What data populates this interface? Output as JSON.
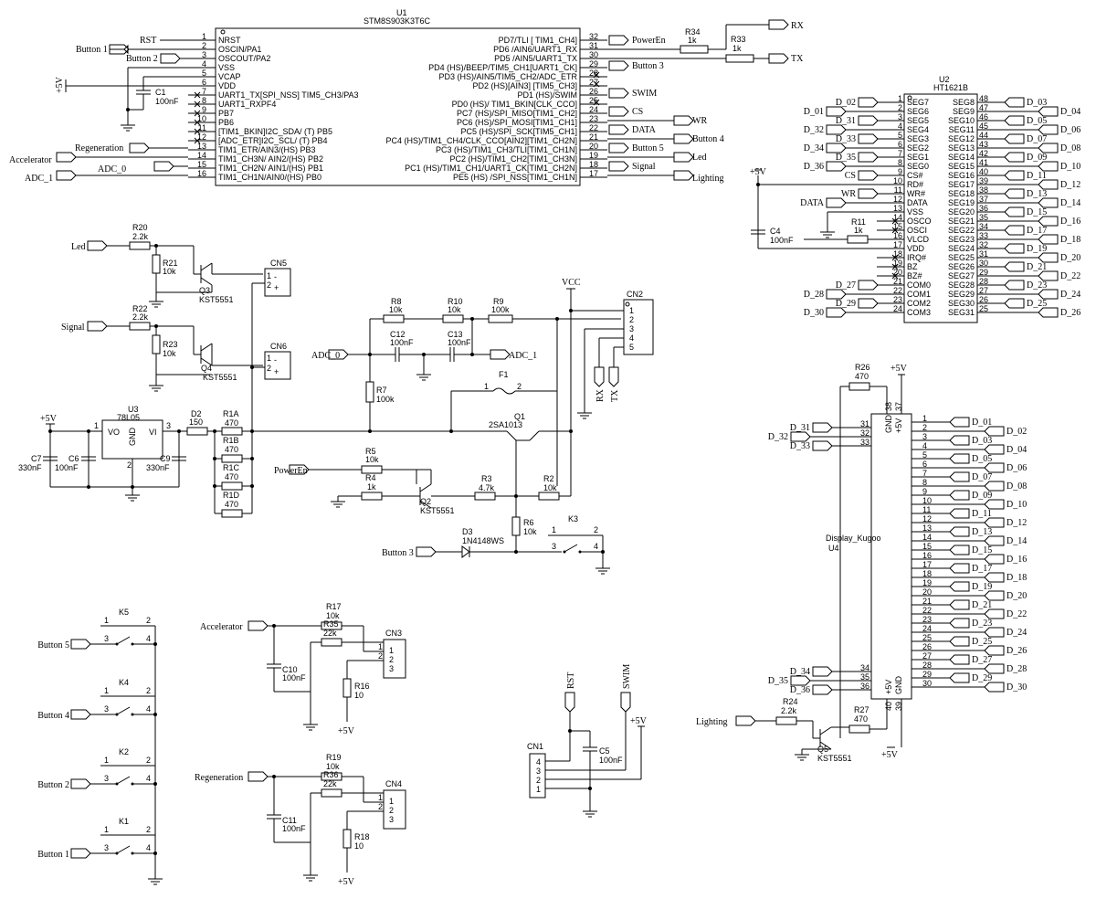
{
  "u1": {
    "ref": "U1",
    "part": "STM8S903K3T6C",
    "left_pins": [
      {
        "num": "1",
        "name": "NRST"
      },
      {
        "num": "2",
        "name": "OSCIN/PA1"
      },
      {
        "num": "3",
        "name": "OSCOUT/PA2"
      },
      {
        "num": "4",
        "name": "VSS"
      },
      {
        "num": "5",
        "name": "VCAP"
      },
      {
        "num": "6",
        "name": "VDD"
      },
      {
        "num": "7",
        "name": "UART1_TX[SPI_NSS] TIM5_CH3/PA3"
      },
      {
        "num": "8",
        "name": "UART1_RXPF4"
      },
      {
        "num": "9",
        "name": "PB7"
      },
      {
        "num": "10",
        "name": "PB6"
      },
      {
        "num": "11",
        "name": "[TIM1_BKIN]I2C_SDA/ (T) PB5"
      },
      {
        "num": "12",
        "name": "[ADC_ETR]I2C_SCL/ (T) PB4"
      },
      {
        "num": "13",
        "name": "TIM1_ETR/AIN3/(HS) PB3"
      },
      {
        "num": "14",
        "name": "TIM1_CH3N/ AIN2/(HS) PB2"
      },
      {
        "num": "15",
        "name": "TIM1_CH2N/ AIN1/(HS) PB1"
      },
      {
        "num": "16",
        "name": "TIM1_CH1N/AIN0/(HS) PB0"
      }
    ],
    "right_pins": [
      {
        "num": "32",
        "name": "PD7/TLI [ TIM1_CH4]"
      },
      {
        "num": "31",
        "name": "PD6 /AIN6/UART1_RX"
      },
      {
        "num": "30",
        "name": "PD5 /AIN5/UART1_TX"
      },
      {
        "num": "29",
        "name": "PD4 (HS)/BEEP/TIM5_CH1[UART1_CK]"
      },
      {
        "num": "28",
        "name": "PD3 (HS)/AIN5/TIM5_CH2/ADC_ETR"
      },
      {
        "num": "27",
        "name": "PD2 (HS)[AIN3] [TIM5_CH3]"
      },
      {
        "num": "26",
        "name": "PD1 (HS)/SWIM"
      },
      {
        "num": "25",
        "name": "PD0 (HS)/ TIM1_BKIN[CLK_CCO]"
      },
      {
        "num": "24",
        "name": "PC7 (HS)/SPI_MISO[TIM1_CH2]"
      },
      {
        "num": "23",
        "name": "PC6 (HS)/SPI_MOSI[TIM1_CH1]"
      },
      {
        "num": "22",
        "name": "PC5 (HS)/SPI_SCK[TIM5_CH1]"
      },
      {
        "num": "21",
        "name": "PC4 (HS)/TIM1_CH4/CLK_CCO[AIN2][TIM1_CH2N]"
      },
      {
        "num": "20",
        "name": "PC3 (HS)/TIM1_CH3/TLI[TIM1_CH1N]"
      },
      {
        "num": "19",
        "name": "PC2 (HS)/TIM1_CH2[TIM1_CH3N]"
      },
      {
        "num": "18",
        "name": "PC1 (HS)/TIM1_CH1/UART1_CK[TIM1_CH2N]"
      },
      {
        "num": "17",
        "name": "PE5 (HS) /SPI_NSS[TIM1_CH1N]"
      }
    ]
  },
  "u2": {
    "ref": "U2",
    "part": "HT1621B",
    "left_pins": [
      {
        "num": "1",
        "name": "SEG7"
      },
      {
        "num": "2",
        "name": "SEG6"
      },
      {
        "num": "3",
        "name": "SEG5"
      },
      {
        "num": "4",
        "name": "SEG4"
      },
      {
        "num": "5",
        "name": "SEG3"
      },
      {
        "num": "6",
        "name": "SEG2"
      },
      {
        "num": "7",
        "name": "SEG1"
      },
      {
        "num": "8",
        "name": "SEG0"
      },
      {
        "num": "9",
        "name": "CS#"
      },
      {
        "num": "10",
        "name": "RD#"
      },
      {
        "num": "11",
        "name": "WR#"
      },
      {
        "num": "12",
        "name": "DATA"
      },
      {
        "num": "13",
        "name": "VSS"
      },
      {
        "num": "14",
        "name": "OSCO"
      },
      {
        "num": "15",
        "name": "OSCI"
      },
      {
        "num": "16",
        "name": "VLCD"
      },
      {
        "num": "17",
        "name": "VDD"
      },
      {
        "num": "18",
        "name": "IRQ#"
      },
      {
        "num": "19",
        "name": "BZ"
      },
      {
        "num": "20",
        "name": "BZ#"
      },
      {
        "num": "21",
        "name": "COM0"
      },
      {
        "num": "22",
        "name": "COM1"
      },
      {
        "num": "23",
        "name": "COM2"
      },
      {
        "num": "24",
        "name": "COM3"
      }
    ],
    "right_pins": [
      {
        "num": "48",
        "name": "SEG8"
      },
      {
        "num": "47",
        "name": "SEG9"
      },
      {
        "num": "46",
        "name": "SEG10"
      },
      {
        "num": "45",
        "name": "SEG11"
      },
      {
        "num": "44",
        "name": "SEG12"
      },
      {
        "num": "43",
        "name": "SEG13"
      },
      {
        "num": "42",
        "name": "SEG14"
      },
      {
        "num": "41",
        "name": "SEG15"
      },
      {
        "num": "40",
        "name": "SEG16"
      },
      {
        "num": "39",
        "name": "SEG17"
      },
      {
        "num": "38",
        "name": "SEG18"
      },
      {
        "num": "37",
        "name": "SEG19"
      },
      {
        "num": "36",
        "name": "SEG20"
      },
      {
        "num": "35",
        "name": "SEG21"
      },
      {
        "num": "34",
        "name": "SEG22"
      },
      {
        "num": "33",
        "name": "SEG23"
      },
      {
        "num": "32",
        "name": "SEG24"
      },
      {
        "num": "31",
        "name": "SEG25"
      },
      {
        "num": "30",
        "name": "SEG26"
      },
      {
        "num": "29",
        "name": "SEG27"
      },
      {
        "num": "28",
        "name": "SEG28"
      },
      {
        "num": "27",
        "name": "SEG29"
      },
      {
        "num": "26",
        "name": "SEG30"
      },
      {
        "num": "25",
        "name": "SEG31"
      }
    ],
    "left_nets": [
      "D_02",
      "D_01",
      "D_31",
      "D_32",
      "D_33",
      "D_34",
      "D_35",
      "D_36",
      "CS",
      "",
      "WR",
      "DATA",
      "",
      "",
      "",
      "",
      "",
      "",
      "",
      "",
      "D_27",
      "D_28",
      "D_29",
      "D_30"
    ],
    "right_nets": [
      "D_03",
      "D_04",
      "D_05",
      "D_06",
      "D_07",
      "D_08",
      "D_09",
      "D_10",
      "D_11",
      "D_12",
      "D_13",
      "D_14",
      "D_15",
      "D_16",
      "D_17",
      "D_18",
      "D_19",
      "D_20",
      "D_21",
      "D_22",
      "D_23",
      "D_24",
      "D_25",
      "D_26"
    ]
  },
  "u4": {
    "ref": "U4",
    "part": "Display_Kugoo",
    "top_pin_nums": [
      "38",
      "37"
    ],
    "top_pin_names": [
      "GND",
      "+5V"
    ],
    "bottom_pin_nums": [
      "40",
      "39"
    ],
    "bottom_pin_names": [
      "+5V",
      "GND"
    ],
    "left_pins": [
      {
        "num": "31",
        "net": "D_31"
      },
      {
        "num": "32",
        "net": "D_32"
      },
      {
        "num": "33",
        "net": "D_33"
      },
      {
        "num": "34",
        "net": "D_34"
      },
      {
        "num": "35",
        "net": "D_35"
      },
      {
        "num": "36",
        "net": "D_36"
      }
    ],
    "right_pins": [
      "1",
      "2",
      "3",
      "4",
      "5",
      "6",
      "7",
      "8",
      "9",
      "10",
      "11",
      "12",
      "13",
      "14",
      "15",
      "16",
      "17",
      "18",
      "19",
      "20",
      "21",
      "22",
      "23",
      "24",
      "25",
      "26",
      "27",
      "28",
      "29",
      "30"
    ],
    "right_nets": [
      "D_01",
      "D_02",
      "D_03",
      "D_04",
      "D_05",
      "D_06",
      "D_07",
      "D_08",
      "D_09",
      "D_10",
      "D_11",
      "D_12",
      "D_13",
      "D_14",
      "D_15",
      "D_16",
      "D_17",
      "D_18",
      "D_19",
      "D_20",
      "D_21",
      "D_22",
      "D_23",
      "D_24",
      "D_25",
      "D_26",
      "D_27",
      "D_28",
      "D_29",
      "D_30"
    ]
  },
  "nets": {
    "rst": "RST",
    "button1": "Button 1",
    "button2": "Button 2",
    "button3": "Button 3",
    "button4": "Button 4",
    "button5": "Button 5",
    "p5v": "+5V",
    "vcc": "VCC",
    "accelerator": "Accelerator",
    "regeneration": "Regeneration",
    "adc0": "ADC_0",
    "adc1": "ADC_1",
    "poweren": "PowerEn",
    "swim": "SWIM",
    "cs": "CS",
    "data": "DATA",
    "signal": "Signal",
    "led": "Led",
    "lighting": "Lighting",
    "wr": "WR",
    "rx": "RX",
    "tx": "TX"
  },
  "parts": {
    "c1": {
      "ref": "C1",
      "val": "100nF"
    },
    "c4": {
      "ref": "C4",
      "val": "100nF"
    },
    "c5": {
      "ref": "C5",
      "val": "100nF"
    },
    "c6": {
      "ref": "C6",
      "val": "100nF"
    },
    "c7": {
      "ref": "C7",
      "val": "330nF"
    },
    "c9": {
      "ref": "C9",
      "val": "330nF"
    },
    "c10": {
      "ref": "C10",
      "val": "100nF"
    },
    "c11": {
      "ref": "C11",
      "val": "100nF"
    },
    "c12": {
      "ref": "C12",
      "val": "100nF"
    },
    "c13": {
      "ref": "C13",
      "val": "100nF"
    },
    "r1a": {
      "ref": "R1A",
      "val": "470"
    },
    "r1b": {
      "ref": "R1B",
      "val": "470"
    },
    "r1c": {
      "ref": "R1C",
      "val": "470"
    },
    "r1d": {
      "ref": "R1D",
      "val": "470"
    },
    "r2": {
      "ref": "R2",
      "val": "10k"
    },
    "r3": {
      "ref": "R3",
      "val": "4.7k"
    },
    "r4": {
      "ref": "R4",
      "val": "1k"
    },
    "r5": {
      "ref": "R5",
      "val": "10k"
    },
    "r6": {
      "ref": "R6",
      "val": "10k"
    },
    "r7": {
      "ref": "R7",
      "val": "100k"
    },
    "r8": {
      "ref": "R8",
      "val": "10k"
    },
    "r9": {
      "ref": "R9",
      "val": "100k"
    },
    "r10": {
      "ref": "R10",
      "val": "10k"
    },
    "r11": {
      "ref": "R11",
      "val": "1k"
    },
    "r16": {
      "ref": "R16",
      "val": "10"
    },
    "r17": {
      "ref": "R17",
      "val": "10k"
    },
    "r18": {
      "ref": "R18",
      "val": "10"
    },
    "r19": {
      "ref": "R19",
      "val": "10k"
    },
    "r20": {
      "ref": "R20",
      "val": "2.2k"
    },
    "r21": {
      "ref": "R21",
      "val": "10k"
    },
    "r22": {
      "ref": "R22",
      "val": "2.2k"
    },
    "r23": {
      "ref": "R23",
      "val": "10k"
    },
    "r24": {
      "ref": "R24",
      "val": "2.2k"
    },
    "r26": {
      "ref": "R26",
      "val": "470"
    },
    "r27": {
      "ref": "R27",
      "val": "470"
    },
    "r33": {
      "ref": "R33",
      "val": "1k"
    },
    "r34": {
      "ref": "R34",
      "val": "1k"
    },
    "r35": {
      "ref": "R35",
      "val": "22k"
    },
    "r36": {
      "ref": "R36",
      "val": "22k"
    },
    "d2": {
      "ref": "D2",
      "val": "150"
    },
    "d3": {
      "ref": "D3",
      "val": "1N4148WS"
    },
    "f1": {
      "ref": "F1"
    },
    "q1": {
      "ref": "Q1",
      "val": "2SA1013"
    },
    "q2": {
      "ref": "Q2",
      "val": "KST5551"
    },
    "q3": {
      "ref": "Q3",
      "val": "KST5551"
    },
    "q4": {
      "ref": "Q4",
      "val": "KST5551"
    },
    "q5": {
      "ref": "Q5",
      "val": "KST5551"
    },
    "u3": {
      "ref": "U3",
      "val": "78L05",
      "vo": "VO",
      "gnd": "GND",
      "vi": "VI"
    },
    "k1": {
      "ref": "K1"
    },
    "k2": {
      "ref": "K2"
    },
    "k3": {
      "ref": "K3"
    },
    "k4": {
      "ref": "K4"
    },
    "k5": {
      "ref": "K5"
    },
    "cn1": {
      "ref": "CN1"
    },
    "cn2": {
      "ref": "CN2"
    },
    "cn3": {
      "ref": "CN3"
    },
    "cn4": {
      "ref": "CN4"
    },
    "cn5": {
      "ref": "CN5"
    },
    "cn6": {
      "ref": "CN6"
    }
  },
  "cn_pins": {
    "n1": "1",
    "n2": "2",
    "n3": "3",
    "n4": "4",
    "n5": "5",
    "minus": "-",
    "plus": "+"
  }
}
